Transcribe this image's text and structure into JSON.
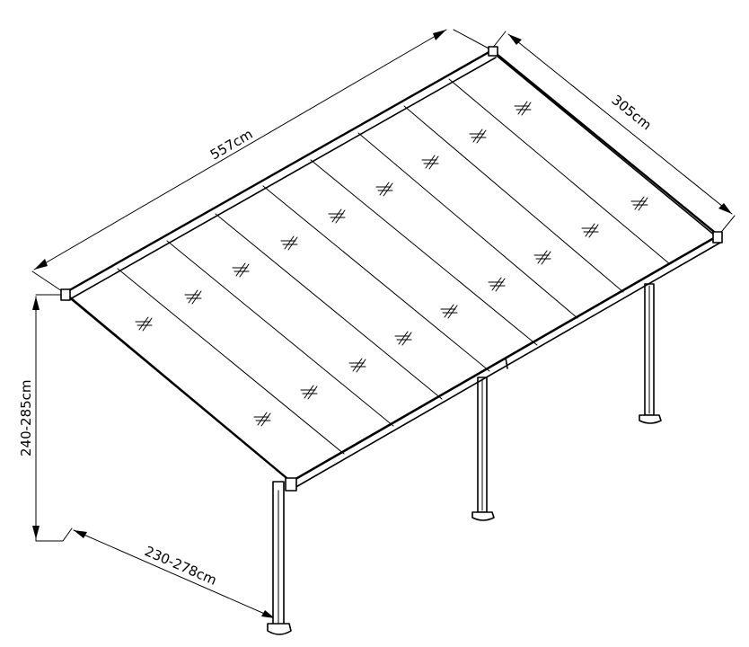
{
  "dimensions": {
    "length": "557cm",
    "depth": "305cm",
    "height": "240-285cm",
    "post_reach": "230-278cm"
  },
  "colors": {
    "ink": "#000000",
    "background": "#ffffff"
  }
}
